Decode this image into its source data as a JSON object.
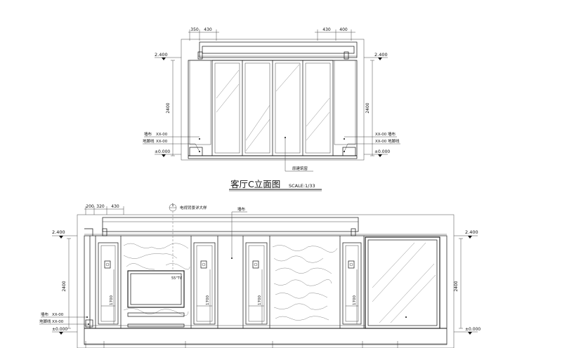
{
  "top_elevation": {
    "title": "客厅C立面图",
    "scale": "SCALE:1/33",
    "dims_top_left": [
      "350",
      "430"
    ],
    "dims_top_right": [
      "430",
      "400"
    ],
    "height_dim": "2400",
    "level_top": "2.400",
    "level_bottom": "±0.000",
    "legend_left": [
      {
        "label": "墙布",
        "code": "XX-00"
      },
      {
        "label": "地脚线",
        "code": "XX-00"
      }
    ],
    "legend_right": [
      {
        "label": "墙布",
        "code": "XX-00"
      },
      {
        "label": "地脚线",
        "code": "XX-00"
      }
    ],
    "window_note": "原建筑窗"
  },
  "bottom_elevation": {
    "dims_top_left": [
      "200",
      "320",
      "430"
    ],
    "level_top": "2.400",
    "level_bottom": "±0.000",
    "height_dim": "2400",
    "callout_number": "1",
    "callout_text": "电视背景详大样",
    "wall_note": "墙布",
    "tv_label": "55\"TV",
    "panel_dim": "1700",
    "legend_left": [
      {
        "label": "墙布",
        "code": "XX-00"
      },
      {
        "label": "地脚线",
        "code": "XX-00"
      }
    ]
  }
}
